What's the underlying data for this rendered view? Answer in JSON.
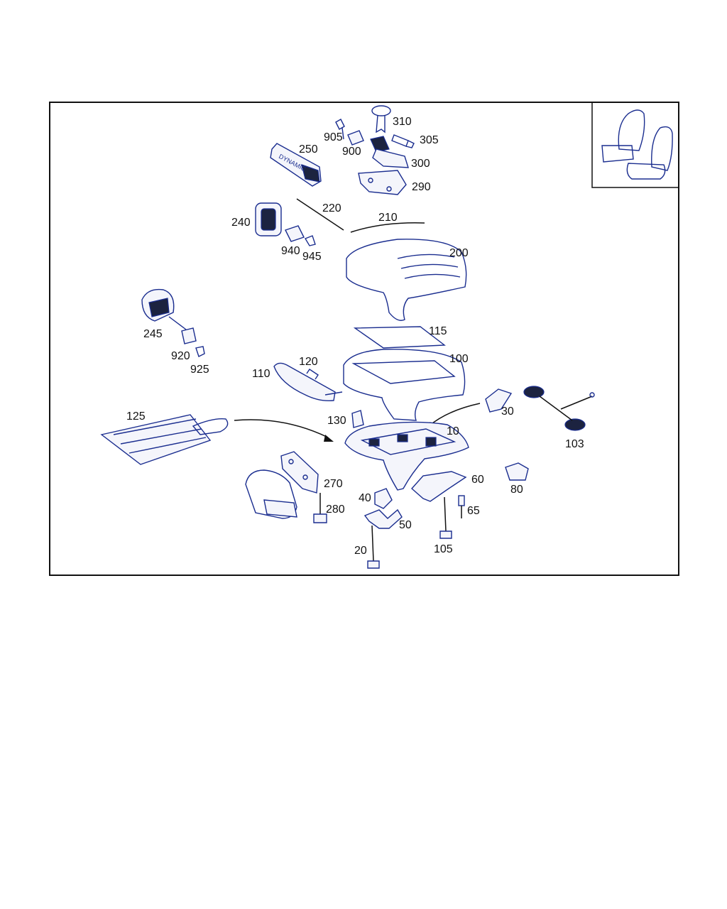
{
  "labels": {
    "l310": "310",
    "l305": "305",
    "l905": "905",
    "l900": "900",
    "l300": "300",
    "l250": "250",
    "l290": "290",
    "l220": "220",
    "l210": "210",
    "l240": "240",
    "l940": "940",
    "l945": "945",
    "l200": "200",
    "l245": "245",
    "l920": "920",
    "l925": "925",
    "l115": "115",
    "l120": "120",
    "l100": "100",
    "l110": "110",
    "l125": "125",
    "l130": "130",
    "l30": "30",
    "l10": "10",
    "l103": "103",
    "l270": "270",
    "l60": "60",
    "l80": "80",
    "l40": "40",
    "l280": "280",
    "l65": "65",
    "l50": "50",
    "l105": "105",
    "l20": "20"
  },
  "switch_text": "DYNAMIC",
  "colors": {
    "line": "#1a2d8f",
    "label": "#111111",
    "frame": "#111111"
  }
}
